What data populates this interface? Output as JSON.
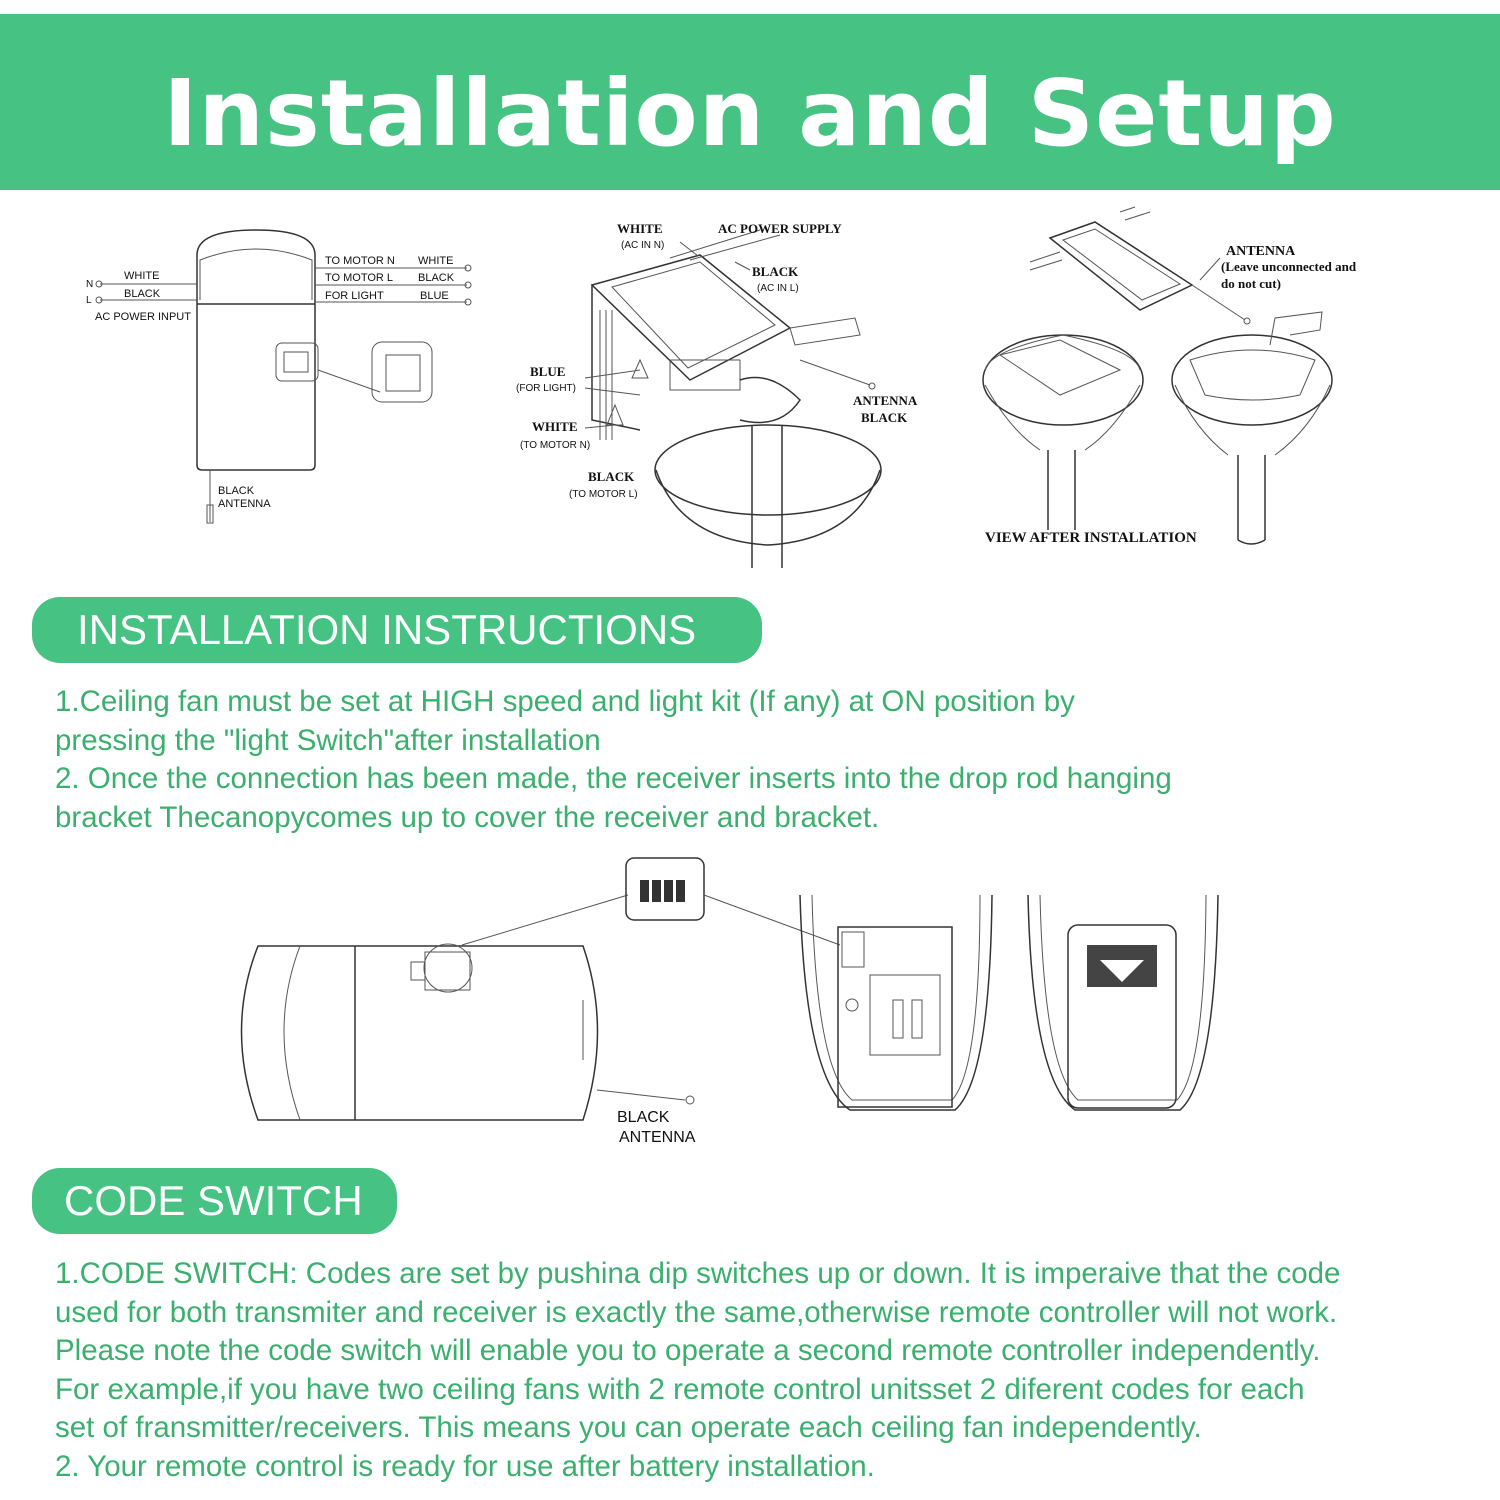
{
  "header": {
    "title": "Installation and Setup"
  },
  "diagram1": {
    "n": "N",
    "l": "L",
    "white_in": "WHITE",
    "black_in": "BLACK",
    "ac_input": "AC POWER INPUT",
    "to_motor_n": "TO MOTOR N",
    "to_motor_l": "TO MOTOR L",
    "for_light": "FOR LIGHT",
    "white_out": "WHITE",
    "black_out": "BLACK",
    "blue_out": "BLUE",
    "black": "BLACK",
    "antenna": "ANTENNA"
  },
  "diagram2": {
    "white": "WHITE",
    "ac_in_n": "(AC IN N)",
    "ac_power_supply": "AC POWER SUPPLY",
    "black_top": "BLACK",
    "ac_in_l": "(AC IN L)",
    "blue": "BLUE",
    "for_light": "(FOR LIGHT)",
    "white_mid": "WHITE",
    "to_motor_n": "(TO MOTOR N)",
    "black_bot": "BLACK",
    "to_motor_l": "(TO MOTOR L)",
    "antenna": "ANTENNA",
    "antenna_black": "BLACK"
  },
  "diagram3": {
    "antenna": "ANTENNA",
    "note1": "(Leave unconnected and",
    "note2": "do not cut)",
    "view_after": "VIEW AFTER INSTALLATION"
  },
  "section1": {
    "heading": "INSTALLATION INSTRUCTIONS",
    "lines": [
      "1.Ceiling fan must be set at HIGH speed and light kit (If any) at ON position by",
      "pressing the \"light Switch\"after installation",
      "2. Once the connection has been made, the receiver inserts into the drop rod hanging",
      "bracket Thecanopycomes up to cover the receiver and bracket."
    ]
  },
  "diagram4": {
    "black": "BLACK",
    "antenna": "ANTENNA"
  },
  "section2": {
    "heading": "CODE SWITCH",
    "lines": [
      "1.CODE SWITCH: Codes are set by pushina dip switches up or down. It is imperaive that the code",
      "used for both transmiter and receiver is exactly the same,otherwise remote controller will not work.",
      "Please note the code switch will enable you to operate a second remote controller independently.",
      "For example,if you have two ceiling fans with 2 remote control unitsset 2 diferent codes for each",
      "set of fransmitter/receivers. This means you can operate each ceiling fan independently.",
      "2. Your remote control is ready for use after battery installation."
    ]
  },
  "colors": {
    "accent": "#46c282",
    "text_green": "#3aaf6e"
  }
}
